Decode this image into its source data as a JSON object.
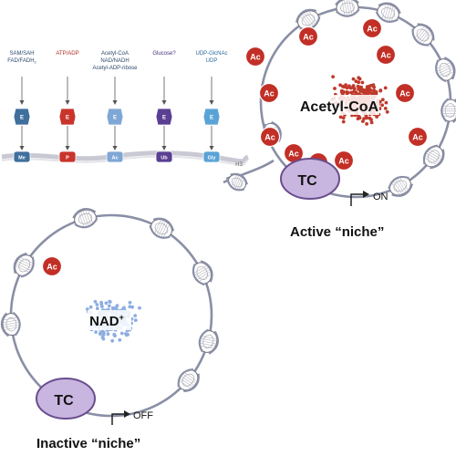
{
  "cofactors": [
    {
      "label_line1": "SAM/SAH",
      "label_line2": "FAD/FADH",
      "label_sub": "2",
      "label_line3": "",
      "enzyme": "E",
      "mark": "Me",
      "color": "#3f6f9d",
      "label_color": "#2c4a6e"
    },
    {
      "label_line1": "ATP/ADP",
      "label_line2": "",
      "label_sub": "",
      "label_line3": "",
      "enzyme": "E",
      "mark": "P",
      "color": "#c9342b",
      "label_color": "#b02a22"
    },
    {
      "label_line1": "Acetyl-CoA",
      "label_line2": "NAD/NADH",
      "label_sub": "",
      "label_line3": "Acetyl-ADP-ribose",
      "enzyme": "E",
      "mark": "Ac",
      "color": "#7fa7d6",
      "label_color": "#2c4a6e"
    },
    {
      "label_line1": "Glucose?",
      "label_line2": "",
      "label_sub": "",
      "label_line3": "",
      "enzyme": "E",
      "mark": "Ub",
      "color": "#5a3f93",
      "label_color": "#4a2f7e"
    },
    {
      "label_line1": "UDP-GlcNAc",
      "label_line2": "UDP",
      "label_sub": "",
      "label_line3": "",
      "enzyme": "E",
      "mark": "Gly",
      "color": "#5aa3d6",
      "label_color": "#2c6aa0"
    }
  ],
  "h3_label": "H3",
  "active_niche": {
    "metabolite": "Acetyl-CoA",
    "mark": "Ac",
    "tc": "TC",
    "state": "ON",
    "caption": "Active “niche”",
    "dot_color": "#c0392b"
  },
  "inactive_niche": {
    "metabolite": "NAD",
    "metabolite_sup": "+",
    "mark": "Ac",
    "tc": "TC",
    "state": "OFF",
    "caption": "Inactive “niche”",
    "dot_color": "#8eaee0"
  },
  "colors": {
    "chromatin": "#8a8fa6",
    "nucleosome_fill": "#ffffff",
    "nucleosome_stroke": "#6c6c7a",
    "ac_fill": "#c22f26",
    "tc_fill": "#c8b6e0",
    "tc_stroke": "#6a4d8e"
  }
}
